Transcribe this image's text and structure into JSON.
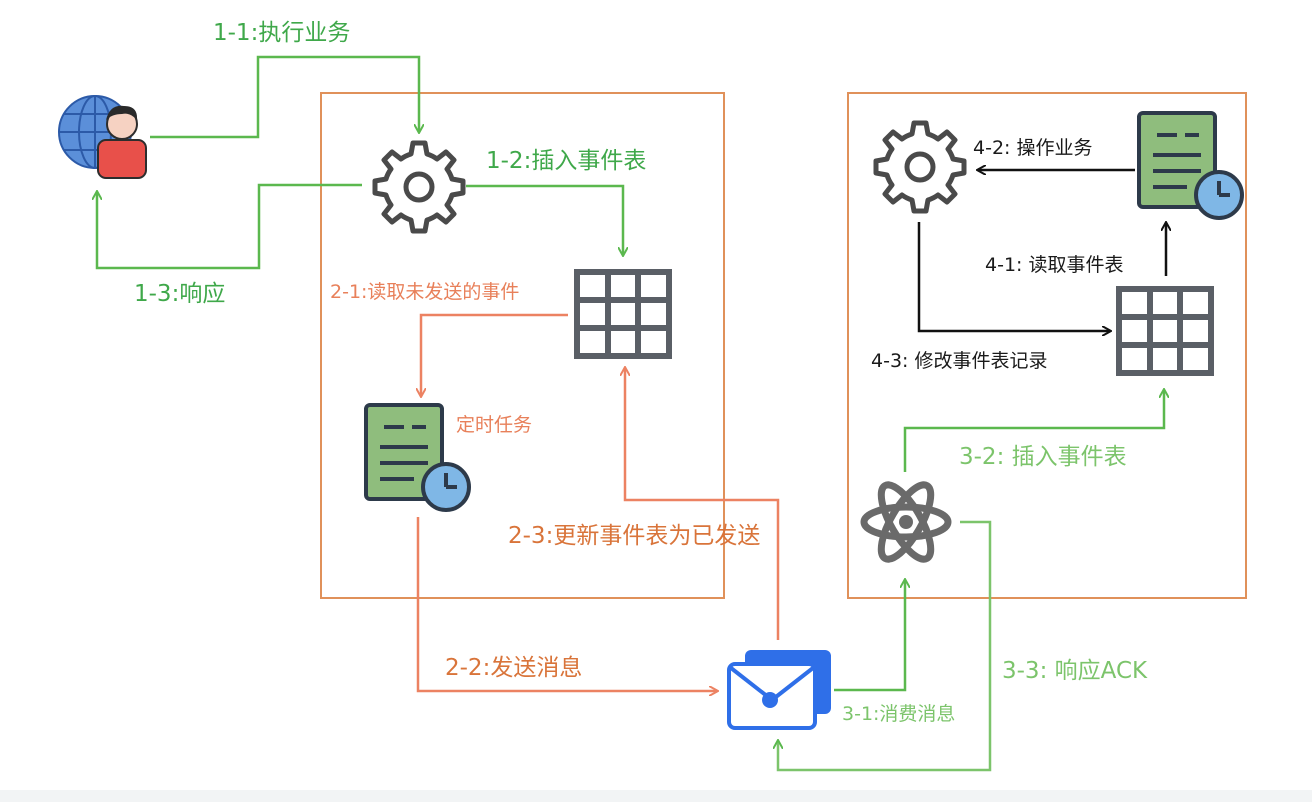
{
  "labels": {
    "l11": "1-1:执行业务",
    "l12": "1-2:插入事件表",
    "l13": "1-3:响应",
    "l21": "2-1:读取未发送的事件",
    "timer": "定时任务",
    "l23": "2-3:更新事件表为已发送",
    "l22": "2-2:发送消息",
    "l31": "3-1:消费消息",
    "l32": "3-2:  插入事件表",
    "l33": "3-3:  响应ACK",
    "l41": "4-1:  读取事件表",
    "l42": "4-2:  操作业务",
    "l43": "4-3:  修改事件表记录"
  },
  "colors": {
    "green": "#3fa84a",
    "light_green": "#7cc46b",
    "orange": "#e8805a",
    "black": "#1a1a1a",
    "box_border": "#e0915a"
  },
  "icons": [
    "user-globe-icon",
    "gear-icon",
    "table-grid-icon",
    "scheduled-document-icon",
    "message-envelope-icon",
    "atom-icon"
  ]
}
